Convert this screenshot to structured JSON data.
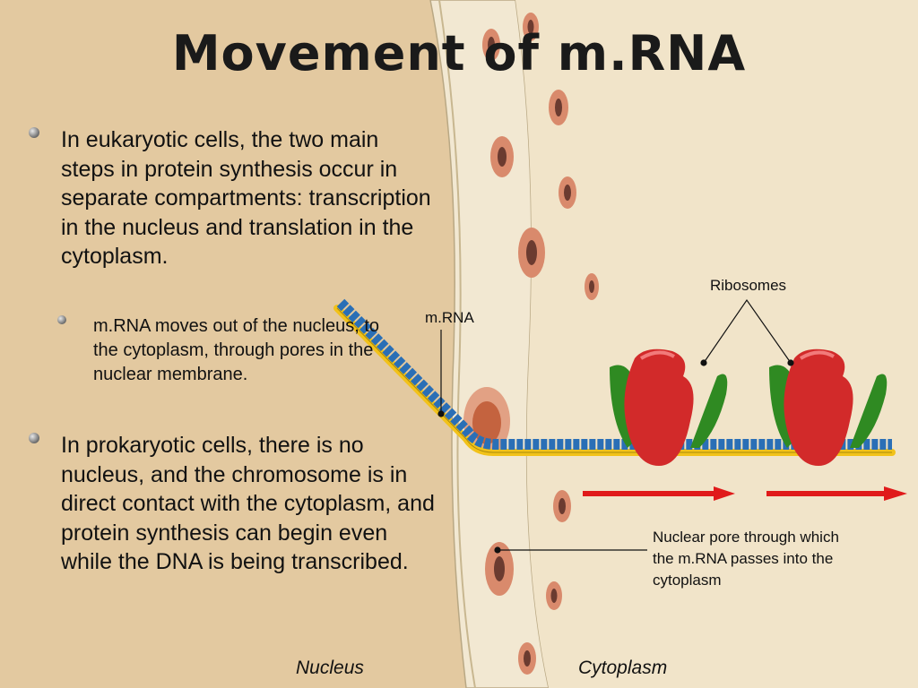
{
  "title": "Movement of m.RNA",
  "bullets": [
    "In eukaryotic cells, the two main steps in protein synthesis occur in separate compartments: transcription in the nucleus and translation in the cytoplasm.",
    "m.RNA moves out of the nucleus, to the cytoplasm, through pores in the nuclear membrane.",
    "In prokaryotic cells, there is no nucleus, and the chromosome is in direct contact with the cytoplasm, and protein synthesis can begin even while the DNA is being transcribed."
  ],
  "labels": {
    "mrna": "m.RNA",
    "ribosomes": "Ribosomes",
    "pore": "Nuclear pore through which the m.RNA passes into the cytoplasm",
    "nucleus": "Nucleus",
    "cytoplasm": "Cytoplasm"
  },
  "colors": {
    "background": "#e3c9a0",
    "membrane": "#f2e8d2",
    "ribosome_red": "#d22a2a",
    "ribosome_green": "#2f8a22",
    "mrna_strand": "#f2c21a",
    "arrow": "#e01a1a",
    "pore": "#d98a6c"
  }
}
